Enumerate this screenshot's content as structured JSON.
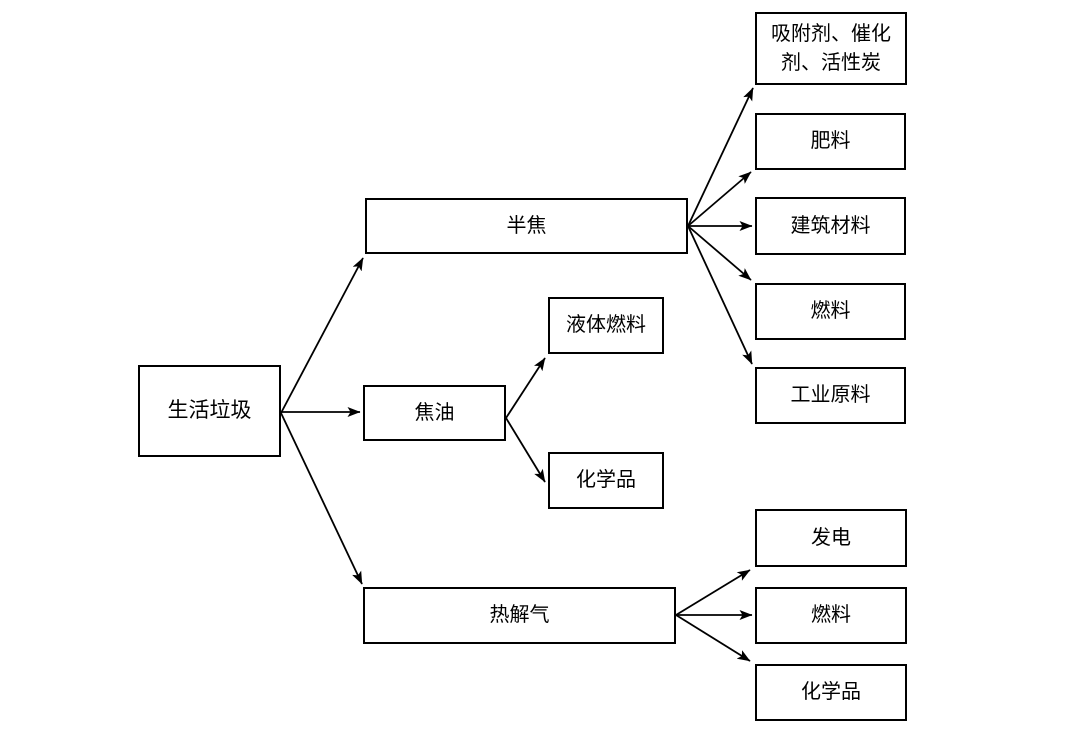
{
  "diagram": {
    "type": "flowchart",
    "background_color": "#ffffff",
    "line_color": "#000000",
    "box_fill": "#ffffff",
    "box_border_color": "#000000",
    "nodes": {
      "root": {
        "label": "生活垃圾"
      },
      "semi_coke": {
        "label": "半焦"
      },
      "tar": {
        "label": "焦油"
      },
      "pyrolysis_gas": {
        "label": "热解气"
      },
      "adsorbent": {
        "label": "吸附剂、催化剂、活性炭"
      },
      "fertilizer": {
        "label": "肥料"
      },
      "building_material": {
        "label": "建筑材料"
      },
      "fuel_from_semi_coke": {
        "label": "燃料"
      },
      "industrial_raw_material": {
        "label": "工业原料"
      },
      "liquid_fuel": {
        "label": "液体燃料"
      },
      "chemicals_from_tar": {
        "label": "化学品"
      },
      "power_generation": {
        "label": "发电"
      },
      "fuel_from_gas": {
        "label": "燃料"
      },
      "chemicals_from_gas": {
        "label": "化学品"
      }
    },
    "edges": [
      {
        "from": "生活垃圾",
        "to": "半焦"
      },
      {
        "from": "生活垃圾",
        "to": "焦油"
      },
      {
        "from": "生活垃圾",
        "to": "热解气"
      },
      {
        "from": "半焦",
        "to": "吸附剂、催化剂、活性炭"
      },
      {
        "from": "半焦",
        "to": "肥料"
      },
      {
        "from": "半焦",
        "to": "建筑材料"
      },
      {
        "from": "半焦",
        "to": "燃料"
      },
      {
        "from": "半焦",
        "to": "工业原料"
      },
      {
        "from": "焦油",
        "to": "液体燃料"
      },
      {
        "from": "焦油",
        "to": "化学品"
      },
      {
        "from": "热解气",
        "to": "发电"
      },
      {
        "from": "热解气",
        "to": "燃料"
      },
      {
        "from": "热解气",
        "to": "化学品"
      }
    ]
  }
}
